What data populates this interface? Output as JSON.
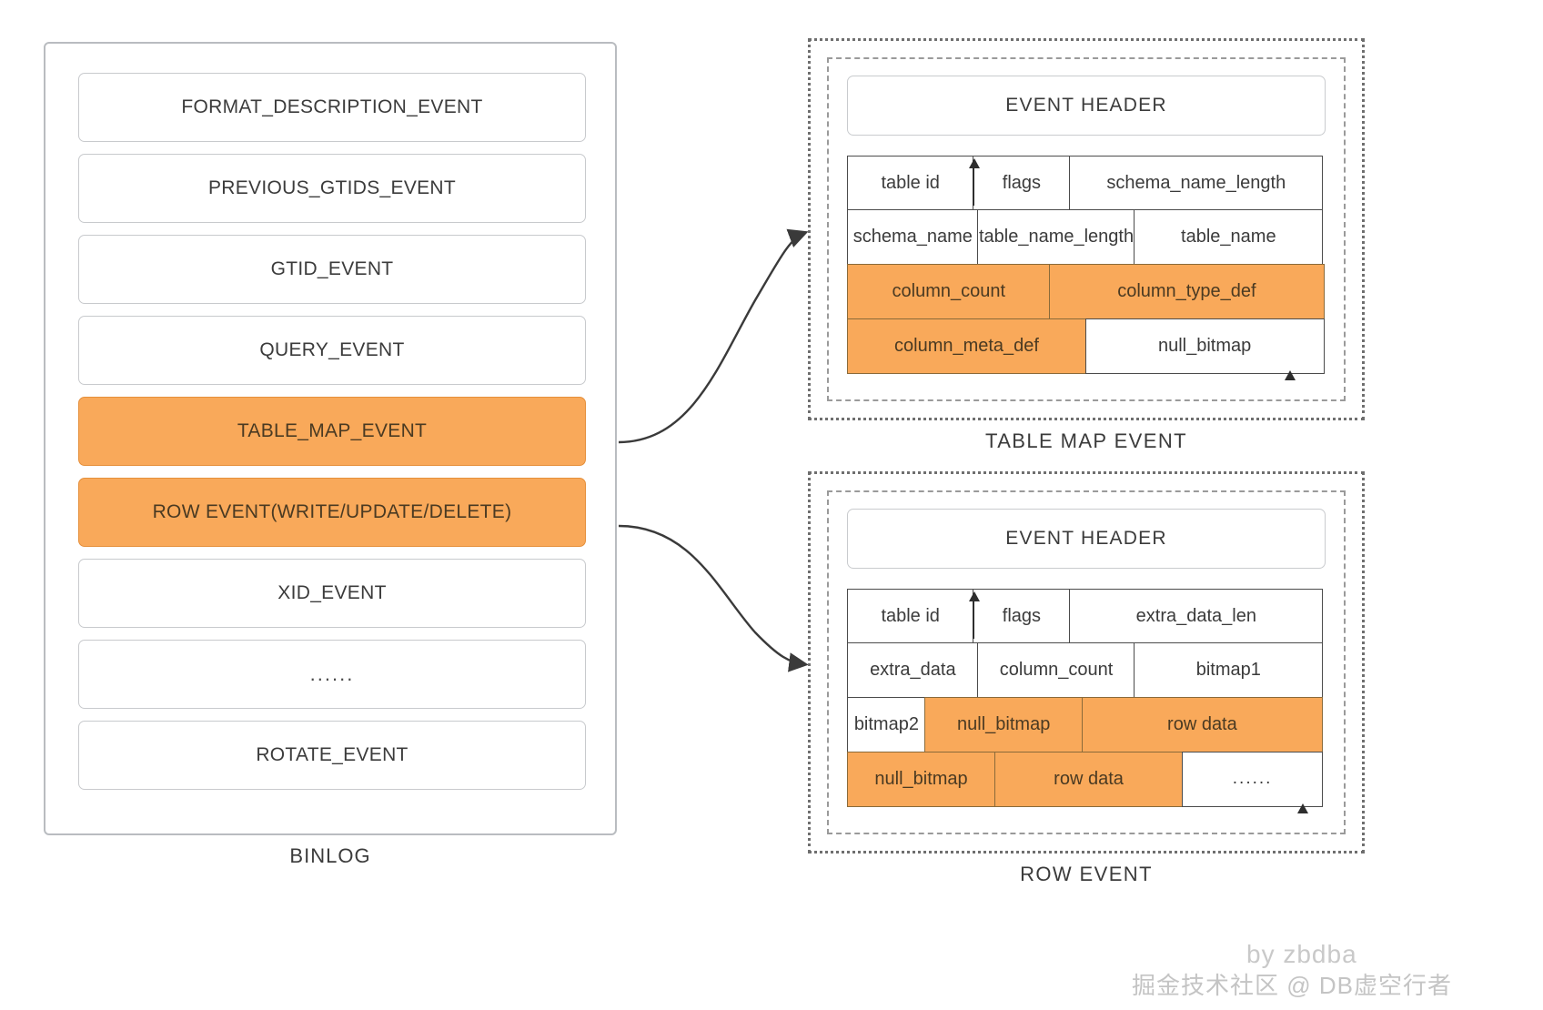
{
  "binlog": {
    "caption": "BINLOG",
    "events": [
      {
        "label": "FORMAT_DESCRIPTION_EVENT",
        "highlight": false
      },
      {
        "label": "PREVIOUS_GTIDS_EVENT",
        "highlight": false
      },
      {
        "label": "GTID_EVENT",
        "highlight": false
      },
      {
        "label": "QUERY_EVENT",
        "highlight": false
      },
      {
        "label": "TABLE_MAP_EVENT",
        "highlight": true
      },
      {
        "label": "ROW EVENT(WRITE/UPDATE/DELETE)",
        "highlight": true
      },
      {
        "label": "XID_EVENT",
        "highlight": false
      },
      {
        "label": "......",
        "highlight": false
      },
      {
        "label": "ROTATE_EVENT",
        "highlight": false
      }
    ]
  },
  "table_map_event": {
    "caption": "TABLE MAP EVENT",
    "header": "EVENT HEADER",
    "rows": [
      [
        {
          "label": "table id",
          "orange": false
        },
        {
          "label": "flags",
          "orange": false
        },
        {
          "label": "schema_name_length",
          "orange": false
        }
      ],
      [
        {
          "label": "schema_name",
          "orange": false
        },
        {
          "label": "table_name_length",
          "orange": false
        },
        {
          "label": "table_name",
          "orange": false
        }
      ],
      [
        {
          "label": "column_count",
          "orange": true
        },
        {
          "label": "column_type_def",
          "orange": true
        }
      ],
      [
        {
          "label": "column_meta_def",
          "orange": true
        },
        {
          "label": "null_bitmap",
          "orange": false
        }
      ]
    ]
  },
  "row_event": {
    "caption": "ROW EVENT",
    "header": "EVENT HEADER",
    "rows": [
      [
        {
          "label": "table id",
          "orange": false
        },
        {
          "label": "flags",
          "orange": false
        },
        {
          "label": "extra_data_len",
          "orange": false
        }
      ],
      [
        {
          "label": "extra_data",
          "orange": false
        },
        {
          "label": "column_count",
          "orange": false
        },
        {
          "label": "bitmap1",
          "orange": false
        }
      ],
      [
        {
          "label": "bitmap2",
          "orange": false
        },
        {
          "label": "null_bitmap",
          "orange": true
        },
        {
          "label": "row data",
          "orange": true
        }
      ],
      [
        {
          "label": "null_bitmap",
          "orange": true
        },
        {
          "label": "row data",
          "orange": true
        },
        {
          "label": "......",
          "orange": false
        }
      ]
    ]
  },
  "watermarks": {
    "author": "by zbdba",
    "community": "掘金技术社区 @ DB虚空行者"
  },
  "colors": {
    "highlight": "#f9a95a",
    "highlight_border": "#8a6a3a",
    "cell_border": "#4b4b4b",
    "panel_border": "#b9bcc0"
  }
}
